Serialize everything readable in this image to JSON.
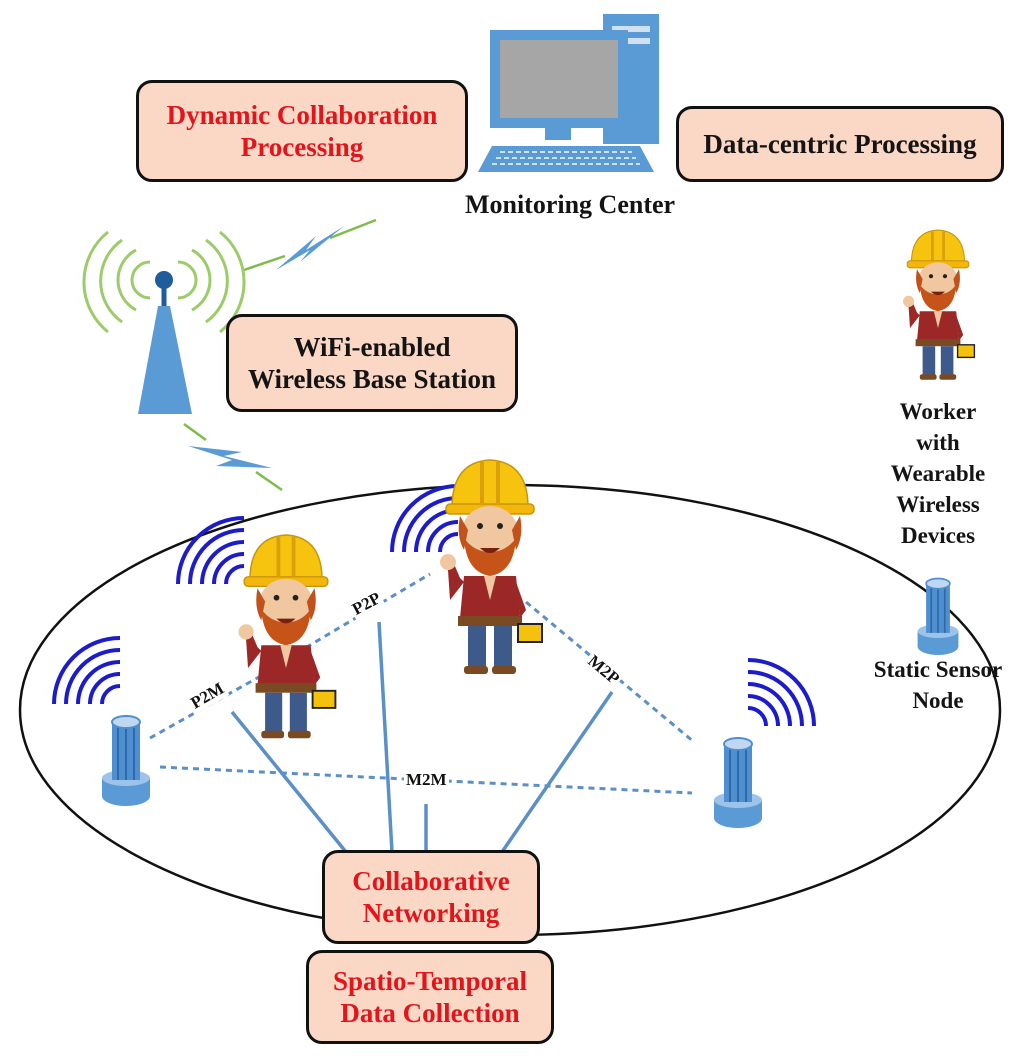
{
  "monitoring_center": {
    "label": "Monitoring Center"
  },
  "boxes": {
    "dynamic_collaboration": {
      "line1": "Dynamic Collaboration",
      "line2": "Processing"
    },
    "data_centric": {
      "label": "Data-centric Processing"
    },
    "base_station": {
      "line1": "WiFi-enabled",
      "line2": "Wireless Base Station"
    },
    "collaborative_networking": {
      "line1": "Collaborative",
      "line2": "Networking"
    },
    "spatio_temporal": {
      "line1": "Spatio-Temporal",
      "line2": "Data Collection"
    }
  },
  "links": {
    "p2p": "P2P",
    "p2m": "P2M",
    "m2p": "M2P",
    "m2m": "M2M"
  },
  "legend": {
    "worker": {
      "line1": "Worker",
      "line2": "with",
      "line3": "Wearable",
      "line4": "Wireless",
      "line5": "Devices"
    },
    "sensor": {
      "line1": "Static Sensor",
      "line2": "Node"
    }
  },
  "colors": {
    "box_fill": "#fbd7c5",
    "box_text_red": "#e3151b",
    "link_blue": "#5b8fc7",
    "signal_blue": "#1c1ccb",
    "signal_green": "#9ccc6a",
    "computer_blue": "#5b9bd5",
    "screen_gray": "#a6a6a6"
  },
  "icons": [
    "computer-icon",
    "antenna-tower-icon",
    "lightning-bolt-icon",
    "worker-icon",
    "sensor-node-icon",
    "signal-waves-icon"
  ]
}
